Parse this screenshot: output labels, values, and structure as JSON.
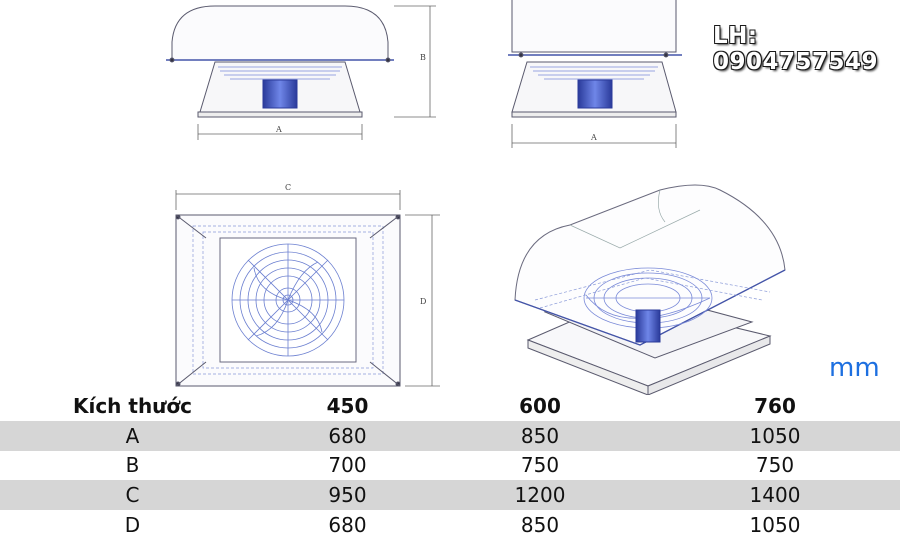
{
  "hotline": "LH: 0904757549",
  "unit": "mm",
  "dimension_labels": [
    "A",
    "B",
    "A",
    "C",
    "D"
  ],
  "table": {
    "header": [
      "Kích thước",
      "450",
      "600",
      "760"
    ],
    "rows": [
      [
        "A",
        "680",
        "850",
        "1050"
      ],
      [
        "B",
        "700",
        "750",
        "750"
      ],
      [
        "C",
        "950",
        "1200",
        "1400"
      ],
      [
        "D",
        "680",
        "850",
        "1050"
      ]
    ]
  }
}
